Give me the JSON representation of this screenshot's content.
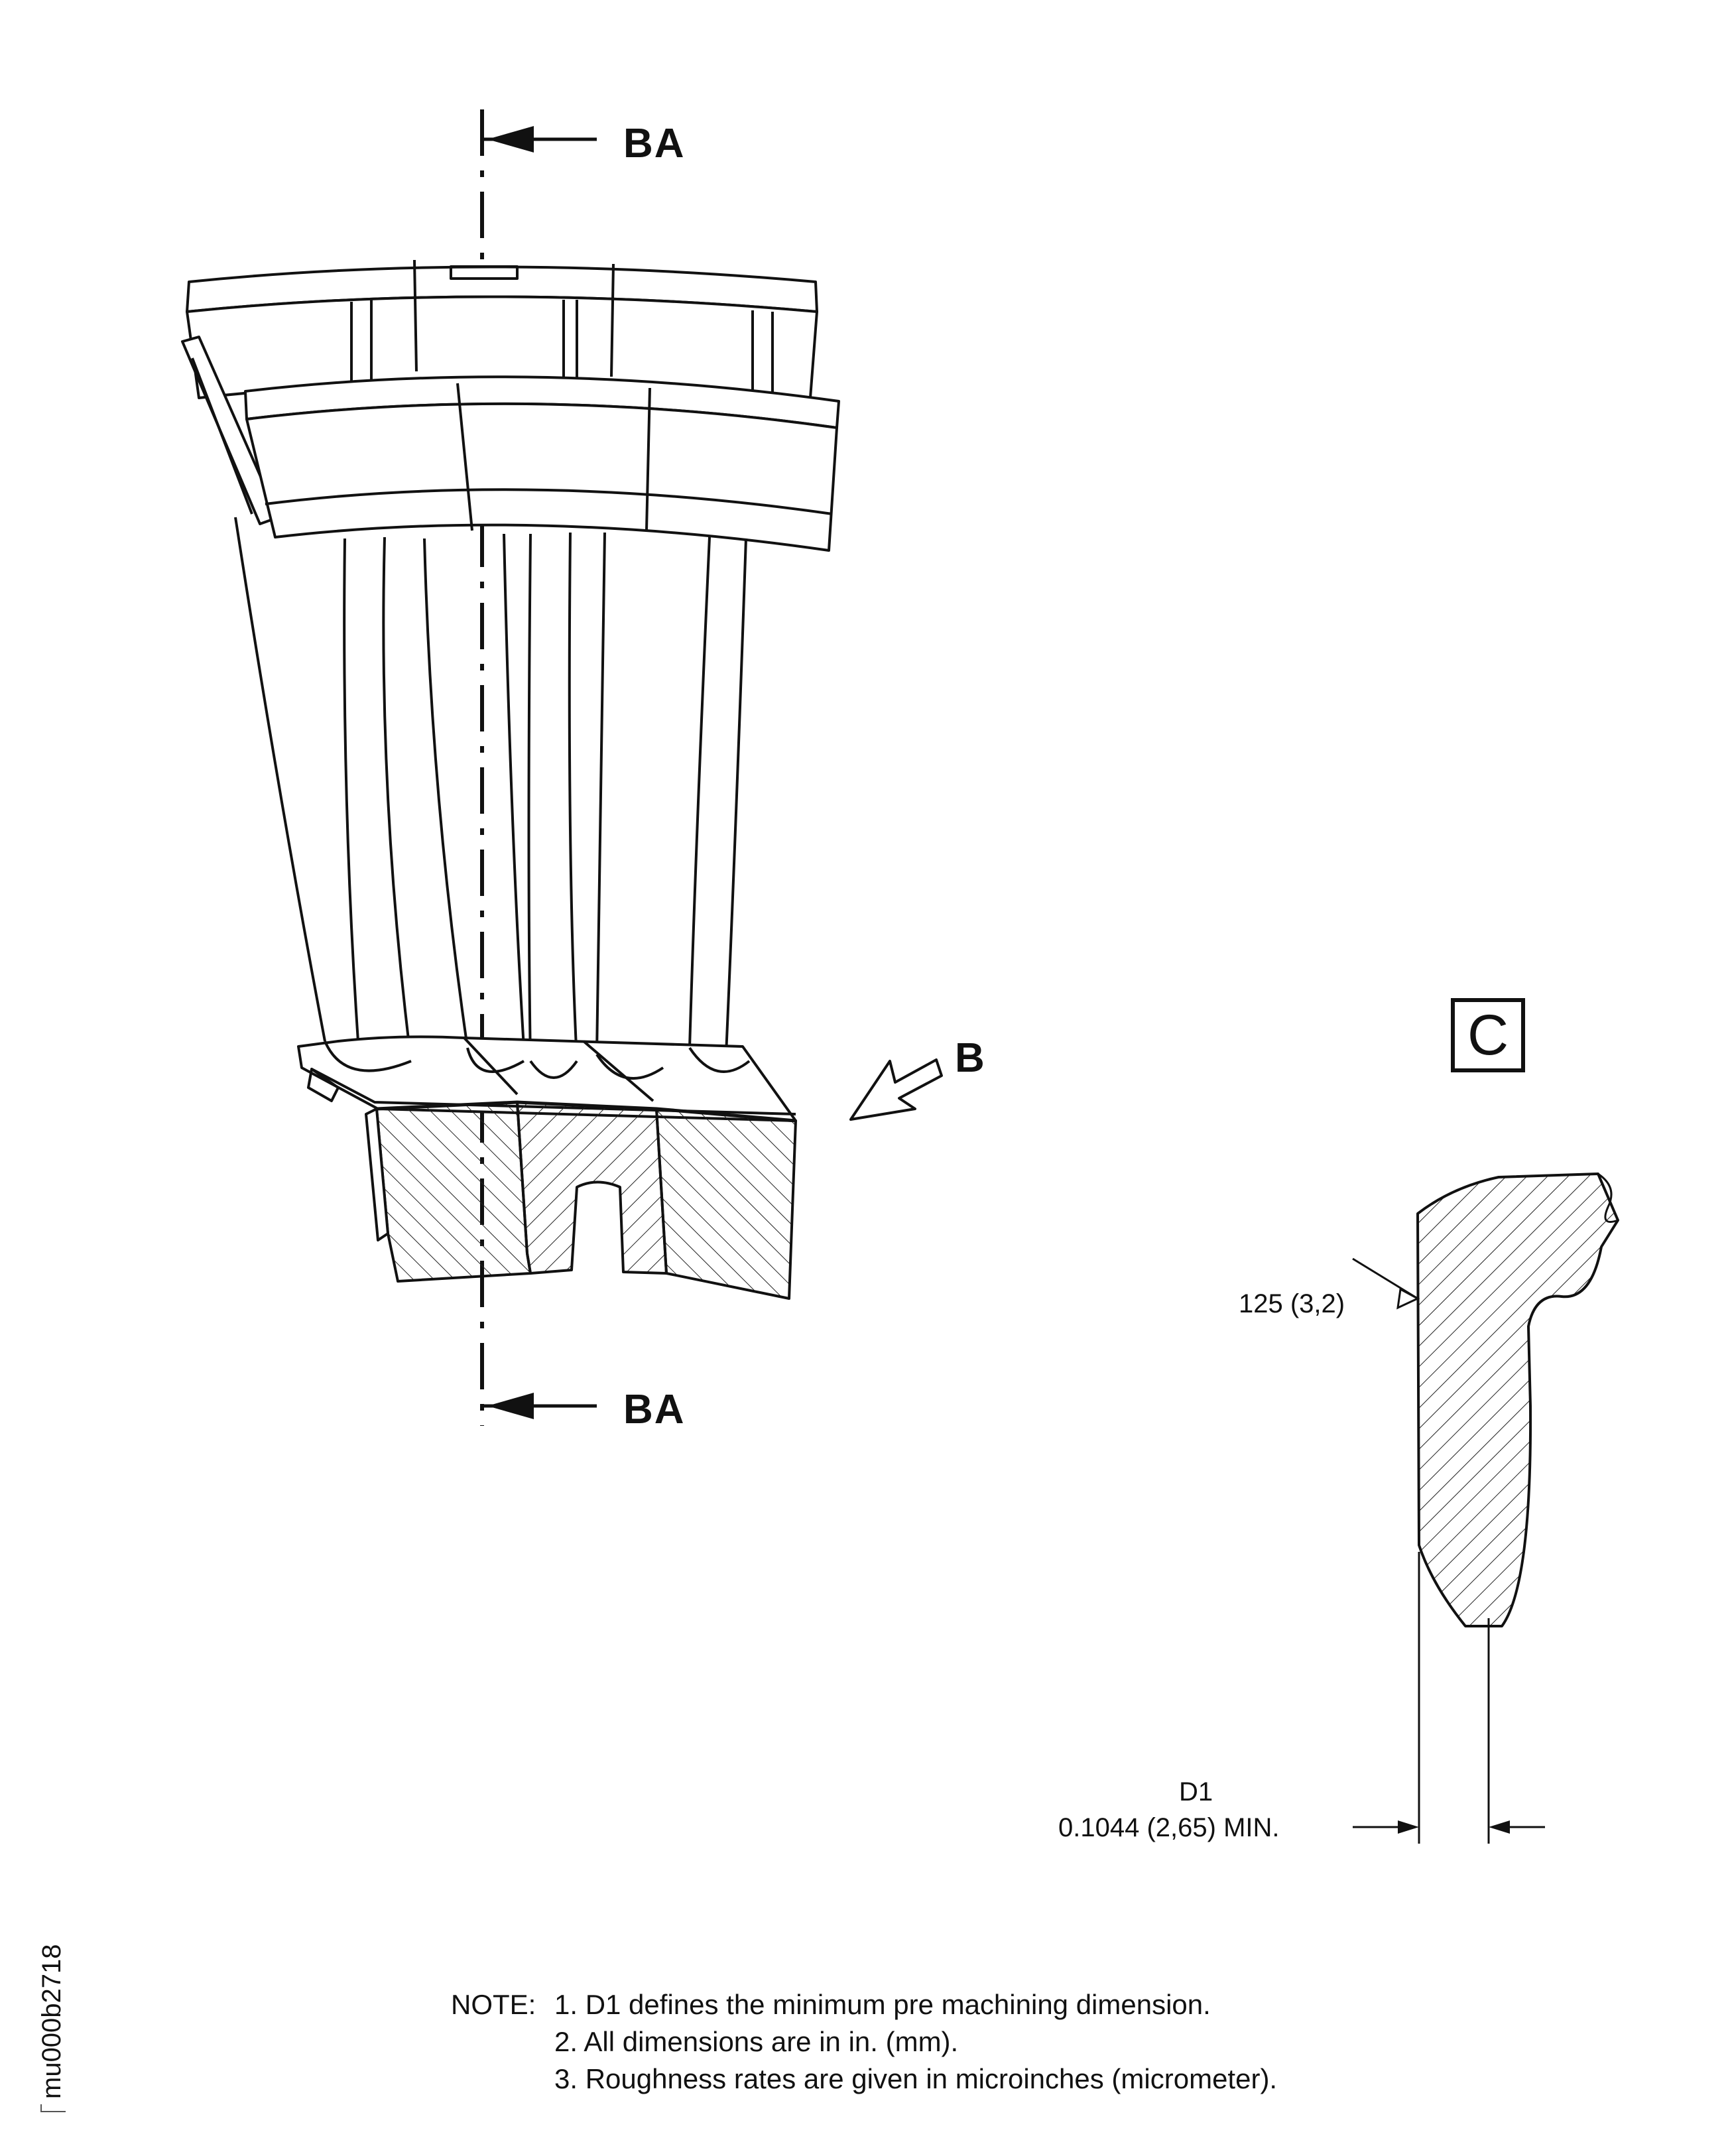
{
  "section_labels": {
    "top": "BA",
    "bottom": "BA"
  },
  "view_arrow_label": "B",
  "detail_label": "C",
  "dimensions": {
    "roughness": "125 (3,2)",
    "d1_name": "D1",
    "d1_value": "0.1044 (2,65) MIN."
  },
  "notes": {
    "heading": "NOTE:",
    "items": [
      "1. D1 defines the minimum pre machining dimension.",
      "2. All dimensions are in in. (mm).",
      "3. Roughness rates are given in microinches (micrometer)."
    ]
  },
  "document_id": "mu000b2718"
}
